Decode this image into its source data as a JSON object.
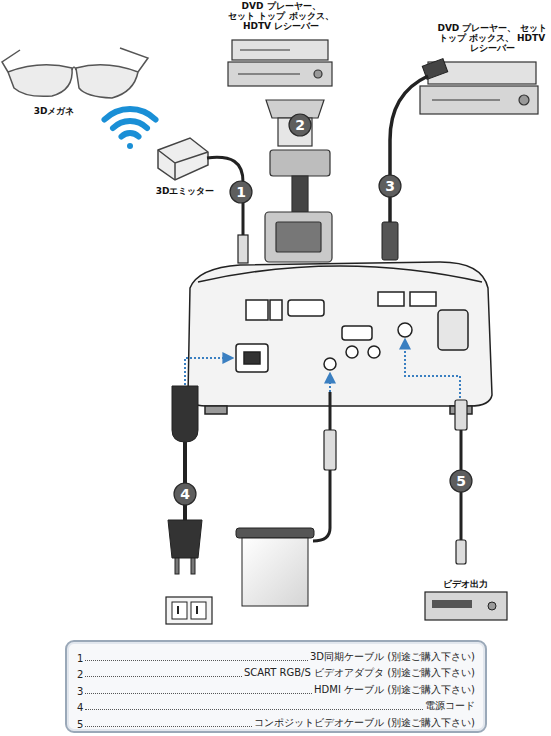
{
  "diagram": {
    "nodes": [
      {
        "text": [
          "1"
        ]
      },
      {
        "text": [
          "2"
        ]
      },
      {
        "text": [
          "3"
        ]
      },
      {
        "text": [
          "4"
        ]
      },
      {
        "text": [
          "5"
        ]
      },
      {
        "text": [
          "1",
          "3D同期ケーブル (別途ご購入下さい)",
          "2",
          "SCART RGB/S ビデオアダプタ (別途ご購入下さい)",
          "3",
          "HDMI ケーブル (別途ご購入下さい)",
          "4",
          "電源コード",
          "5",
          "コンポジットビデオケーブル (別途ご購入下さい)"
        ]
      }
    ],
    "labels": [
      "DVD プレーヤー、 セット トップ ボックス、 HDTV レシーバー",
      "DVD プレーヤー、 セット トップ ボックス、 HDTV レシーバー",
      "3Dメガネ",
      "3Dエミッター",
      "ビデオ出力"
    ]
  }
}
